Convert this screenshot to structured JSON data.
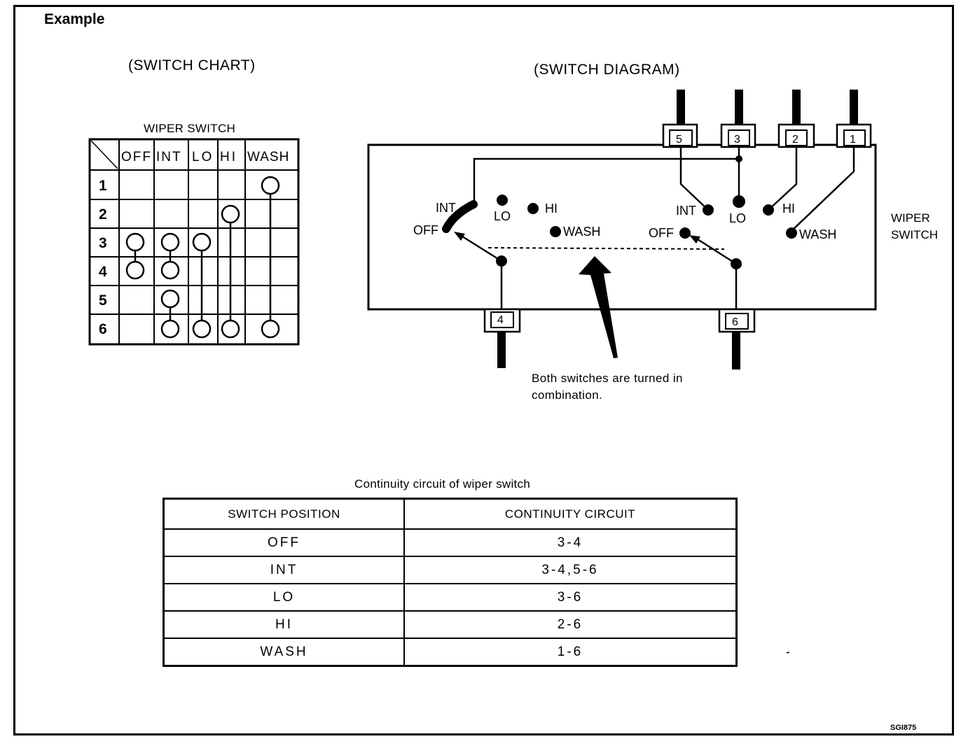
{
  "heading": "Example",
  "switch_chart": {
    "section_title": "(SWITCH CHART)",
    "table_title": "WIPER SWITCH",
    "columns": [
      "OFF",
      "INT",
      "LO",
      "HI",
      "WASH"
    ],
    "rows": [
      "1",
      "2",
      "3",
      "4",
      "5",
      "6"
    ]
  },
  "switch_diagram": {
    "section_title": "(SWITCH DIAGRAM)",
    "top_terminals": [
      "5",
      "3",
      "2",
      "1"
    ],
    "bottom_terminals": [
      "4",
      "6"
    ],
    "left_positions": {
      "int": "INT",
      "lo": "LO",
      "hi": "HI",
      "wash": "WASH",
      "off": "OFF"
    },
    "right_positions": {
      "int": "INT",
      "lo": "LO",
      "hi": "HI",
      "wash": "WASH",
      "off": "OFF"
    },
    "side_label_line1": "WIPER",
    "side_label_line2": "SWITCH",
    "note_line1": "Both switches are turned in",
    "note_line2": "combination."
  },
  "continuity": {
    "caption": "Continuity circuit of wiper switch",
    "headers": [
      "SWITCH POSITION",
      "CONTINUITY CIRCUIT"
    ],
    "rows": [
      {
        "position": "OFF",
        "circuit": "3-4"
      },
      {
        "position": "INT",
        "circuit": "3-4,5-6"
      },
      {
        "position": "LO",
        "circuit": "3-6"
      },
      {
        "position": "HI",
        "circuit": "2-6"
      },
      {
        "position": "WASH",
        "circuit": "1-6"
      }
    ]
  },
  "figure_code": "SGI875"
}
